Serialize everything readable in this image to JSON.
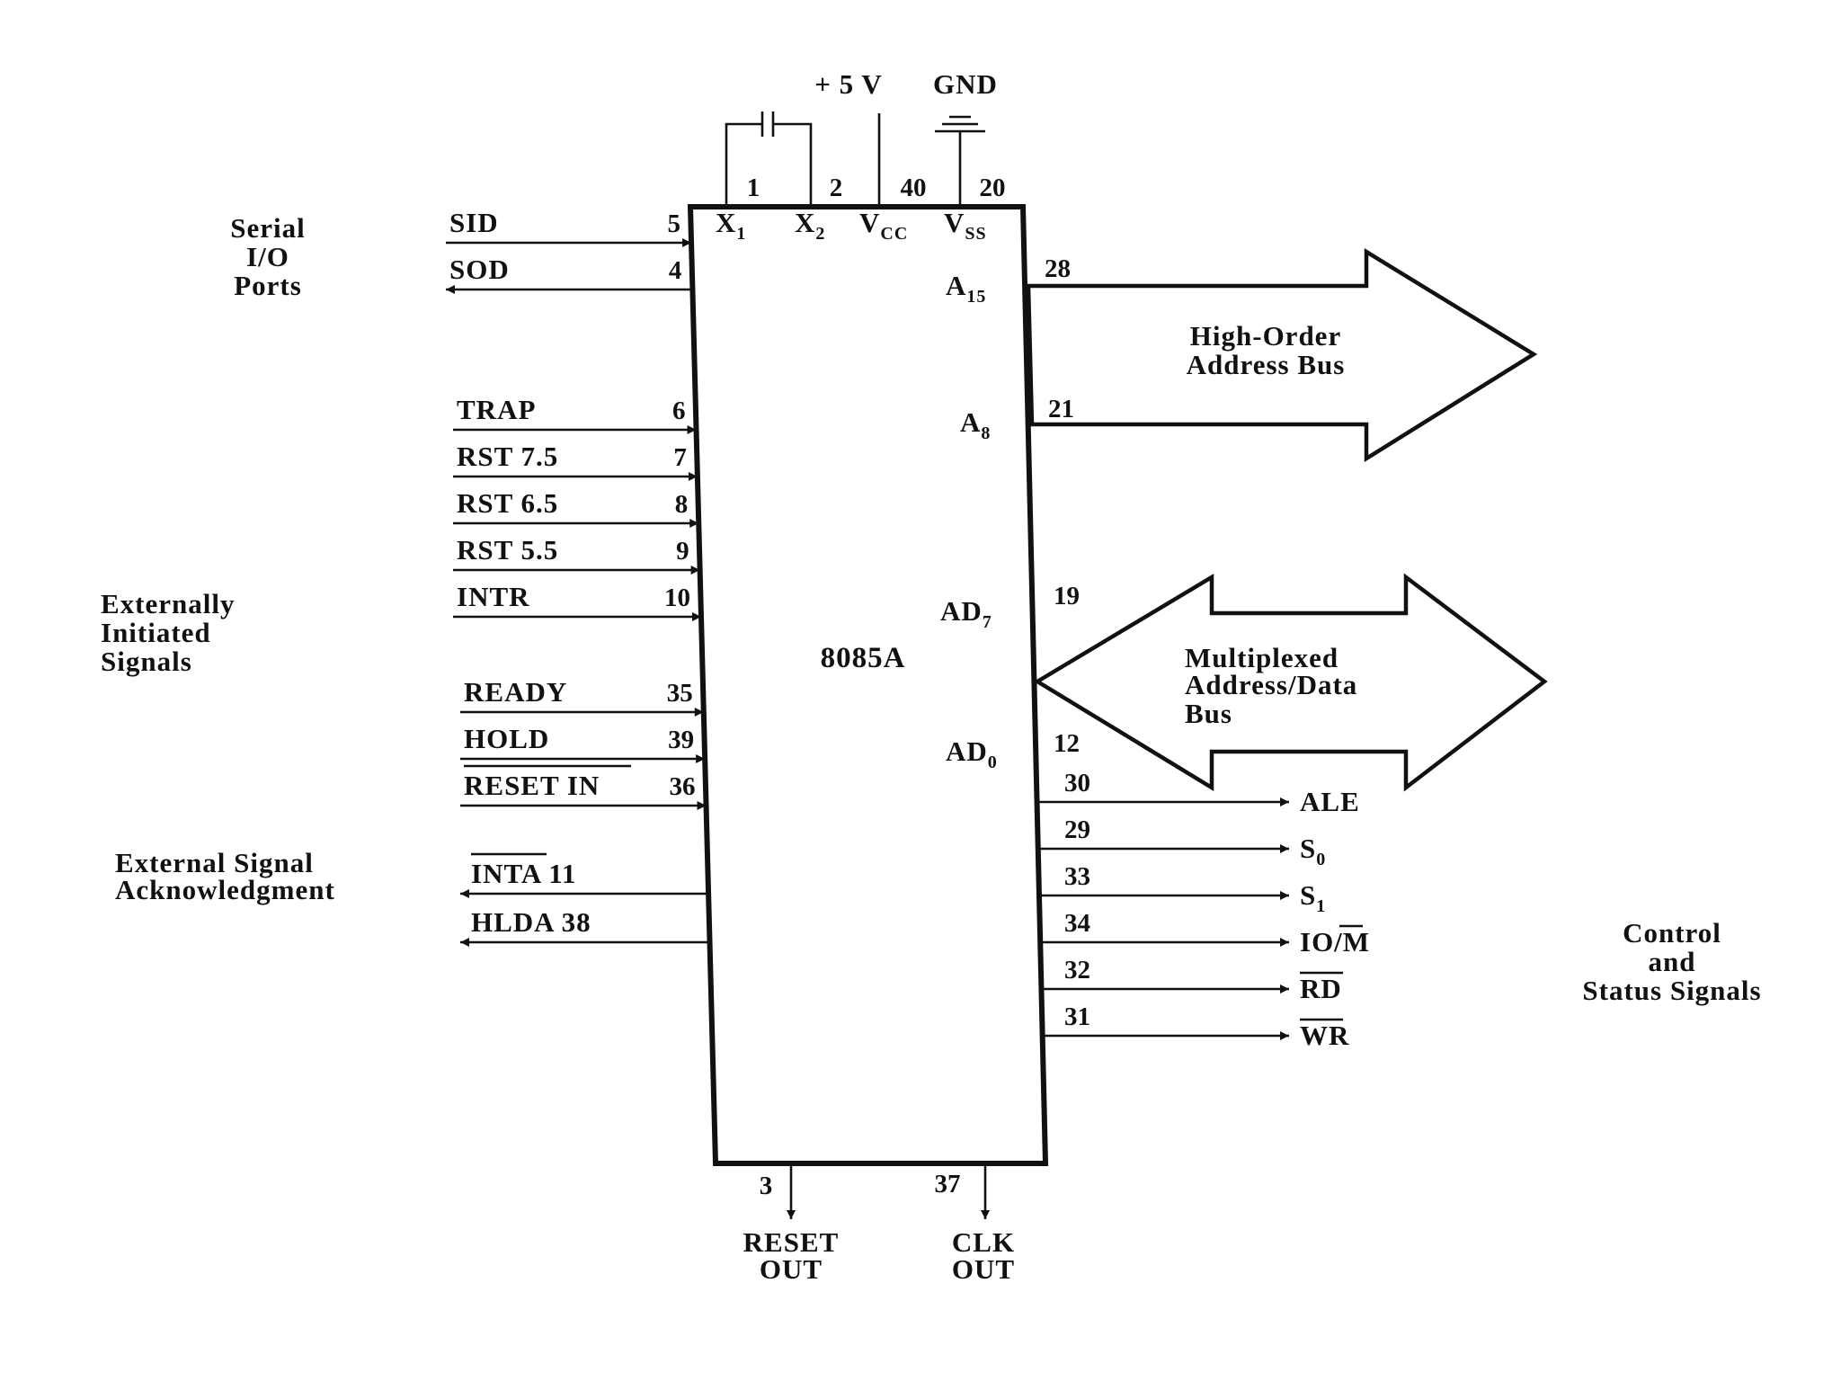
{
  "chip": {
    "name": "8085A"
  },
  "power": {
    "vcc_supply": "+ 5 V",
    "ground": "GND",
    "pins": [
      {
        "id": "x1",
        "number": "1",
        "name": "X",
        "sub": "1"
      },
      {
        "id": "x2",
        "number": "2",
        "name": "X",
        "sub": "2"
      },
      {
        "id": "vcc",
        "number": "40",
        "name": "V",
        "sub": "CC"
      },
      {
        "id": "vss",
        "number": "20",
        "name": "V",
        "sub": "SS"
      }
    ]
  },
  "groups": {
    "serial": [
      "Serial",
      "I/O",
      "Ports"
    ],
    "external": [
      "Externally",
      "Initiated",
      "Signals"
    ],
    "ack": [
      "External Signal",
      "Acknowledgment"
    ],
    "control": [
      "Control",
      "and",
      "Status Signals"
    ]
  },
  "left_signals": [
    {
      "id": "sid",
      "label": "SID",
      "pin": "5",
      "dir": "in"
    },
    {
      "id": "sod",
      "label": "SOD",
      "pin": "4",
      "dir": "out"
    },
    {
      "id": "trap",
      "label": "TRAP",
      "pin": "6",
      "dir": "in"
    },
    {
      "id": "rst75",
      "label": "RST 7.5",
      "pin": "7",
      "dir": "in"
    },
    {
      "id": "rst65",
      "label": "RST 6.5",
      "pin": "8",
      "dir": "in"
    },
    {
      "id": "rst55",
      "label": "RST 5.5",
      "pin": "9",
      "dir": "in"
    },
    {
      "id": "intr",
      "label": "INTR",
      "pin": "10",
      "dir": "in"
    },
    {
      "id": "ready",
      "label": "READY",
      "pin": "35",
      "dir": "in"
    },
    {
      "id": "hold",
      "label": "HOLD",
      "pin": "39",
      "dir": "in"
    },
    {
      "id": "resetin",
      "label": "RESET IN",
      "pin": "36",
      "dir": "in",
      "overline": true
    },
    {
      "id": "inta",
      "label": "INTA",
      "pin": "11",
      "dir": "out",
      "overline": true
    },
    {
      "id": "hlda",
      "label": "HLDA",
      "pin": "38",
      "dir": "out"
    }
  ],
  "high_bus": {
    "label": [
      "High-Order",
      "Address Bus"
    ],
    "top": {
      "name": "A",
      "sub": "15",
      "pin": "28"
    },
    "bottom": {
      "name": "A",
      "sub": "8",
      "pin": "21"
    }
  },
  "mux_bus": {
    "label": [
      "Multiplexed",
      "Address/Data",
      "Bus"
    ],
    "top": {
      "name": "AD",
      "sub": "7",
      "pin": "19"
    },
    "bottom": {
      "name": "AD",
      "sub": "0",
      "pin": "12"
    }
  },
  "right_signals": [
    {
      "id": "ale",
      "label": "ALE",
      "pin": "30"
    },
    {
      "id": "s0",
      "label": "S",
      "sub": "0",
      "pin": "29"
    },
    {
      "id": "s1",
      "label": "S",
      "sub": "1",
      "pin": "33"
    },
    {
      "id": "iom",
      "label": "IO/",
      "label2": "M",
      "pin": "34"
    },
    {
      "id": "rd",
      "label": "RD",
      "pin": "32",
      "overline": true
    },
    {
      "id": "wr",
      "label": "WR",
      "pin": "31",
      "overline": true
    }
  ],
  "bottom_signals": [
    {
      "id": "resetout",
      "pin": "3",
      "label": [
        "RESET",
        "OUT"
      ]
    },
    {
      "id": "clkout",
      "pin": "37",
      "label": [
        "CLK",
        "OUT"
      ]
    }
  ]
}
